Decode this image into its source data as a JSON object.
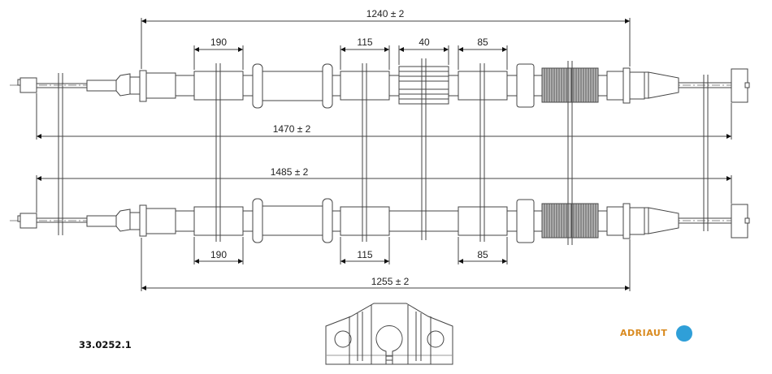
{
  "drawing": {
    "part_number": "33.0252.1",
    "brand": "ADRIAUT",
    "brand_icon": "cloud-circle-icon",
    "colors": {
      "line": "#444444",
      "brand_orange": "#d98a1f",
      "brand_blue": "#2f9fd8"
    },
    "upper_cable": {
      "overall_length": "1470 ± 2",
      "sheath_length": "1240 ± 2",
      "segments": [
        "190",
        "115",
        "40",
        "85"
      ]
    },
    "lower_cable": {
      "overall_length": "1485 ± 2",
      "sheath_length": "1255 ± 2",
      "segments": [
        "190",
        "115",
        "85"
      ]
    }
  }
}
